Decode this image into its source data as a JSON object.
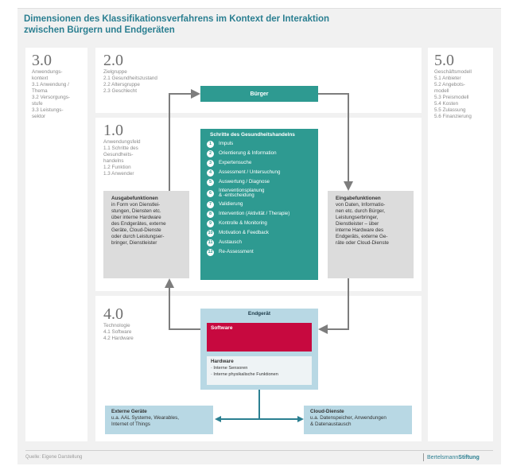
{
  "title_lines": [
    "Dimensionen des Klassifikationsverfahrens im Kontext der Interaktion",
    "zwischen Bürgern und Endgeräten"
  ],
  "sec3": {
    "num": "3.0",
    "text": "Anwendungs-\nkontext\n3.1 Anwendung /\n     Thema\n3.2 Versorgungs-\n     stufe\n3.3 Leistungs-\n     sektor"
  },
  "sec2": {
    "num": "2.0",
    "text": "Zielgruppe\n2.1 Gesundheitszustand\n2.2 Altersgruppe\n2.3 Geschlecht"
  },
  "sec5": {
    "num": "5.0",
    "text": "Geschäftsmodell\n5.1 Anbieter\n5.2 Angebots-\n     modell\n5.3 Preismodell\n5.4 Kosten\n5.5 Zulassung\n5.6 Finanzierung"
  },
  "sec1": {
    "num": "1.0",
    "text": "Anwendungsfeld\n1.1 Schritte des\n     Gesundheits-\n     handelns\n1.2 Funktion\n1.3 Anwender"
  },
  "sec4": {
    "num": "4.0",
    "text": "Technologie\n4.1 Software\n4.2 Hardware"
  },
  "buerger": "Bürger",
  "steps_title": "Schritte des Gesundheitshandelns",
  "steps": [
    {
      "n": "1",
      "label": "Impuls"
    },
    {
      "n": "2",
      "label": "Orientierung & Information"
    },
    {
      "n": "3",
      "label": "Expertensuche"
    },
    {
      "n": "4",
      "label": "Assessment / Untersuchung"
    },
    {
      "n": "5",
      "label": "Auswertung / Diagnose"
    },
    {
      "n": "6",
      "label": "Interventionsplanung\n& -entscheidung"
    },
    {
      "n": "7",
      "label": "Validierung"
    },
    {
      "n": "8",
      "label": "Intervention (Aktivität / Therapie)"
    },
    {
      "n": "9",
      "label": "Kontrolle & Monitoring"
    },
    {
      "n": "10",
      "label": "Motivation & Feedback"
    },
    {
      "n": "11",
      "label": "Austausch"
    },
    {
      "n": "12",
      "label": "Re-Assessment"
    }
  ],
  "ausgabe": {
    "title": "Ausgabefunktionen",
    "text": "in Form von Dienstlei-\nstungen, Diensten etc.\nüber interne Hardware\ndes Endgerätes, externe\nGeräte, Cloud-Dienste\noder durch Leistungser-\nbringer, Dienstleister"
  },
  "eingabe": {
    "title": "Eingabefunktionen",
    "text": "von Daten, Informatio-\nnen etc. durch Bürger,\nLeistungserbringer,\nDienstleister – über\ninterne Hardware des\nEndgeräts, externe Ge-\nräte oder Cloud-Dienste"
  },
  "endgeraet": "Endgerät",
  "software": "Software",
  "hardware": {
    "title": "Hardware",
    "text": "· Interne Sensoren\n· Interne physikalische Funktionen"
  },
  "externe": {
    "title": "Externe Geräte",
    "text": "u.a. AAL Systeme, Wearables,\nInternet of Things"
  },
  "cloud": {
    "title": "Cloud-Dienste",
    "text": "u.a. Datenspeicher, Anwendungen\n& Datenaustausch"
  },
  "source": "Quelle: Eigene Darstellung",
  "brand": {
    "prefix": "Bertelsmann",
    "suffix": "Stiftung"
  },
  "colors": {
    "title": "#2b7f91",
    "teal": "#2e9a91",
    "crimson": "#c7093f",
    "lightblue": "#b8d8e4",
    "grey": "#dcdcdc"
  }
}
